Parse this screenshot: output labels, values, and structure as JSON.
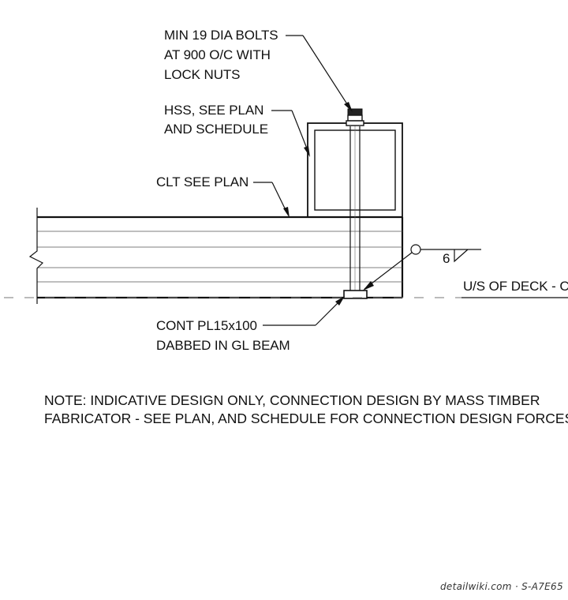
{
  "callouts": {
    "bolts_line1": "MIN 19 DIA BOLTS",
    "bolts_line2": "AT 900 O/C WITH",
    "bolts_line3": "LOCK NUTS",
    "hss_line1": "HSS, SEE PLAN",
    "hss_line2": "AND SCHEDULE",
    "clt": "CLT SEE PLAN",
    "plate_line1": "CONT PL15x100",
    "plate_line2": "DABBED IN GL BEAM",
    "deck_level": "U/S OF DECK - C",
    "weld_size": "6"
  },
  "note": {
    "line1": "NOTE: INDICATIVE DESIGN ONLY, CONNECTION DESIGN BY MASS TIMBER",
    "line2": "FABRICATOR - SEE PLAN, AND SCHEDULE FOR CONNECTION DESIGN FORCES."
  },
  "footer": {
    "text": "detailwiki.com · S-A7E65"
  }
}
